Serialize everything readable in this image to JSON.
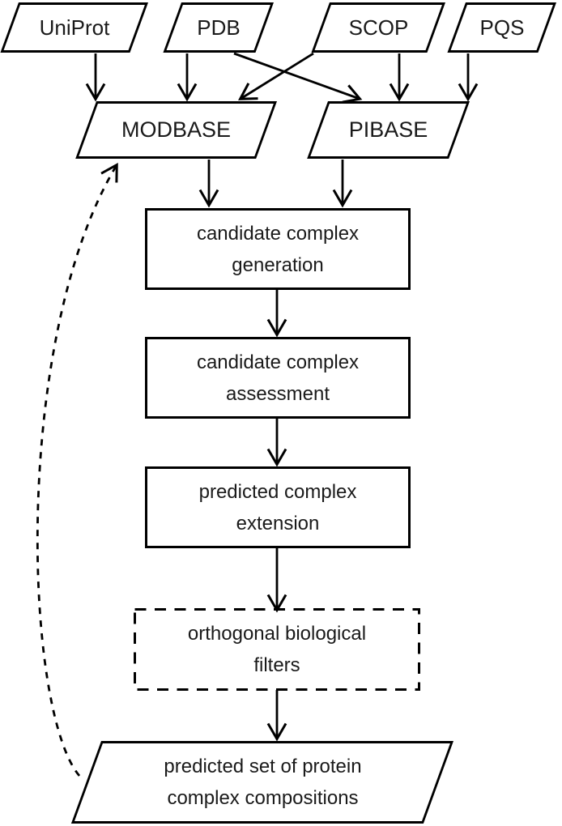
{
  "figure": {
    "type": "flowchart",
    "background": "#ffffff",
    "line_color": "#000000",
    "text_color": "#1a1a1a"
  },
  "nodes": {
    "uniprot": {
      "label": "UniProt",
      "shape": "parallelogram"
    },
    "pdb": {
      "label": "PDB",
      "shape": "parallelogram"
    },
    "scop": {
      "label": "SCOP",
      "shape": "parallelogram"
    },
    "pqs": {
      "label": "PQS",
      "shape": "parallelogram"
    },
    "modbase": {
      "label": "MODBASE",
      "shape": "parallelogram"
    },
    "pibase": {
      "label": "PIBASE",
      "shape": "parallelogram"
    },
    "generation": {
      "line1": "candidate complex",
      "line2": "generation",
      "shape": "rectangle"
    },
    "assessment": {
      "line1": "candidate complex",
      "line2": "assessment",
      "shape": "rectangle"
    },
    "extension": {
      "line1": "predicted complex",
      "line2": "extension",
      "shape": "rectangle"
    },
    "filters": {
      "line1": "orthogonal biological",
      "line2": "filters",
      "shape": "dashed-rectangle"
    },
    "output": {
      "line1": "predicted set of protein",
      "line2": "complex compositions",
      "shape": "parallelogram"
    }
  },
  "edges": [
    {
      "from": "UniProt",
      "to": "MODBASE",
      "style": "solid"
    },
    {
      "from": "PDB",
      "to": "MODBASE",
      "style": "solid"
    },
    {
      "from": "PDB",
      "to": "PIBASE",
      "style": "solid"
    },
    {
      "from": "SCOP",
      "to": "MODBASE",
      "style": "solid"
    },
    {
      "from": "SCOP",
      "to": "PIBASE",
      "style": "solid"
    },
    {
      "from": "PQS",
      "to": "PIBASE",
      "style": "solid"
    },
    {
      "from": "MODBASE",
      "to": "candidate complex generation",
      "style": "solid"
    },
    {
      "from": "PIBASE",
      "to": "candidate complex generation",
      "style": "solid"
    },
    {
      "from": "candidate complex generation",
      "to": "candidate complex assessment",
      "style": "solid"
    },
    {
      "from": "candidate complex assessment",
      "to": "predicted complex extension",
      "style": "solid"
    },
    {
      "from": "predicted complex extension",
      "to": "orthogonal biological filters",
      "style": "solid"
    },
    {
      "from": "orthogonal biological filters",
      "to": "predicted set of protein complex compositions",
      "style": "solid"
    },
    {
      "from": "predicted set of protein complex compositions",
      "to": "MODBASE",
      "style": "dashed-feedback"
    }
  ]
}
